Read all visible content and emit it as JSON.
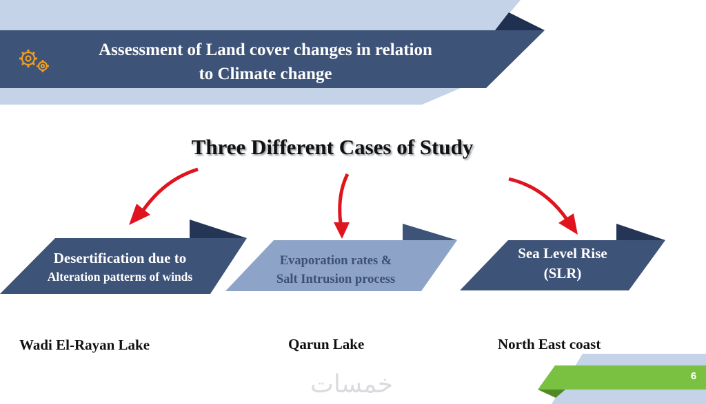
{
  "slide": {
    "title_line1": "Assessment of Land cover changes in relation",
    "title_line2": "to Climate change",
    "subtitle": "Three Different Cases of  Study",
    "cases": [
      {
        "line1": "Desertification due to",
        "line2": "Alteration patterns of winds",
        "location": "Wadi El-Rayan Lake"
      },
      {
        "line1": "Evaporation rates &",
        "line2": "Salt Intrusion process",
        "location": "Qarun Lake"
      },
      {
        "line1": "Sea Level Rise",
        "line2": "(SLR)",
        "location": "North East coast"
      }
    ],
    "page_number": "6",
    "watermark": "خمسات"
  },
  "icons": {
    "header": "gears-icon",
    "arrows": [
      "curved-arrow-down-left-icon",
      "arrow-down-icon",
      "curved-arrow-down-right-icon"
    ]
  },
  "colors": {
    "banner_dark": "#3e5378",
    "banner_light": "#c5d3e8",
    "banner_tip": "#1f3050",
    "case_dark": "#3e5378",
    "case_light": "#8ea3c8",
    "arrow_red": "#e0141e",
    "gear_orange": "#f39c1f",
    "footer_green": "#7ac142"
  }
}
